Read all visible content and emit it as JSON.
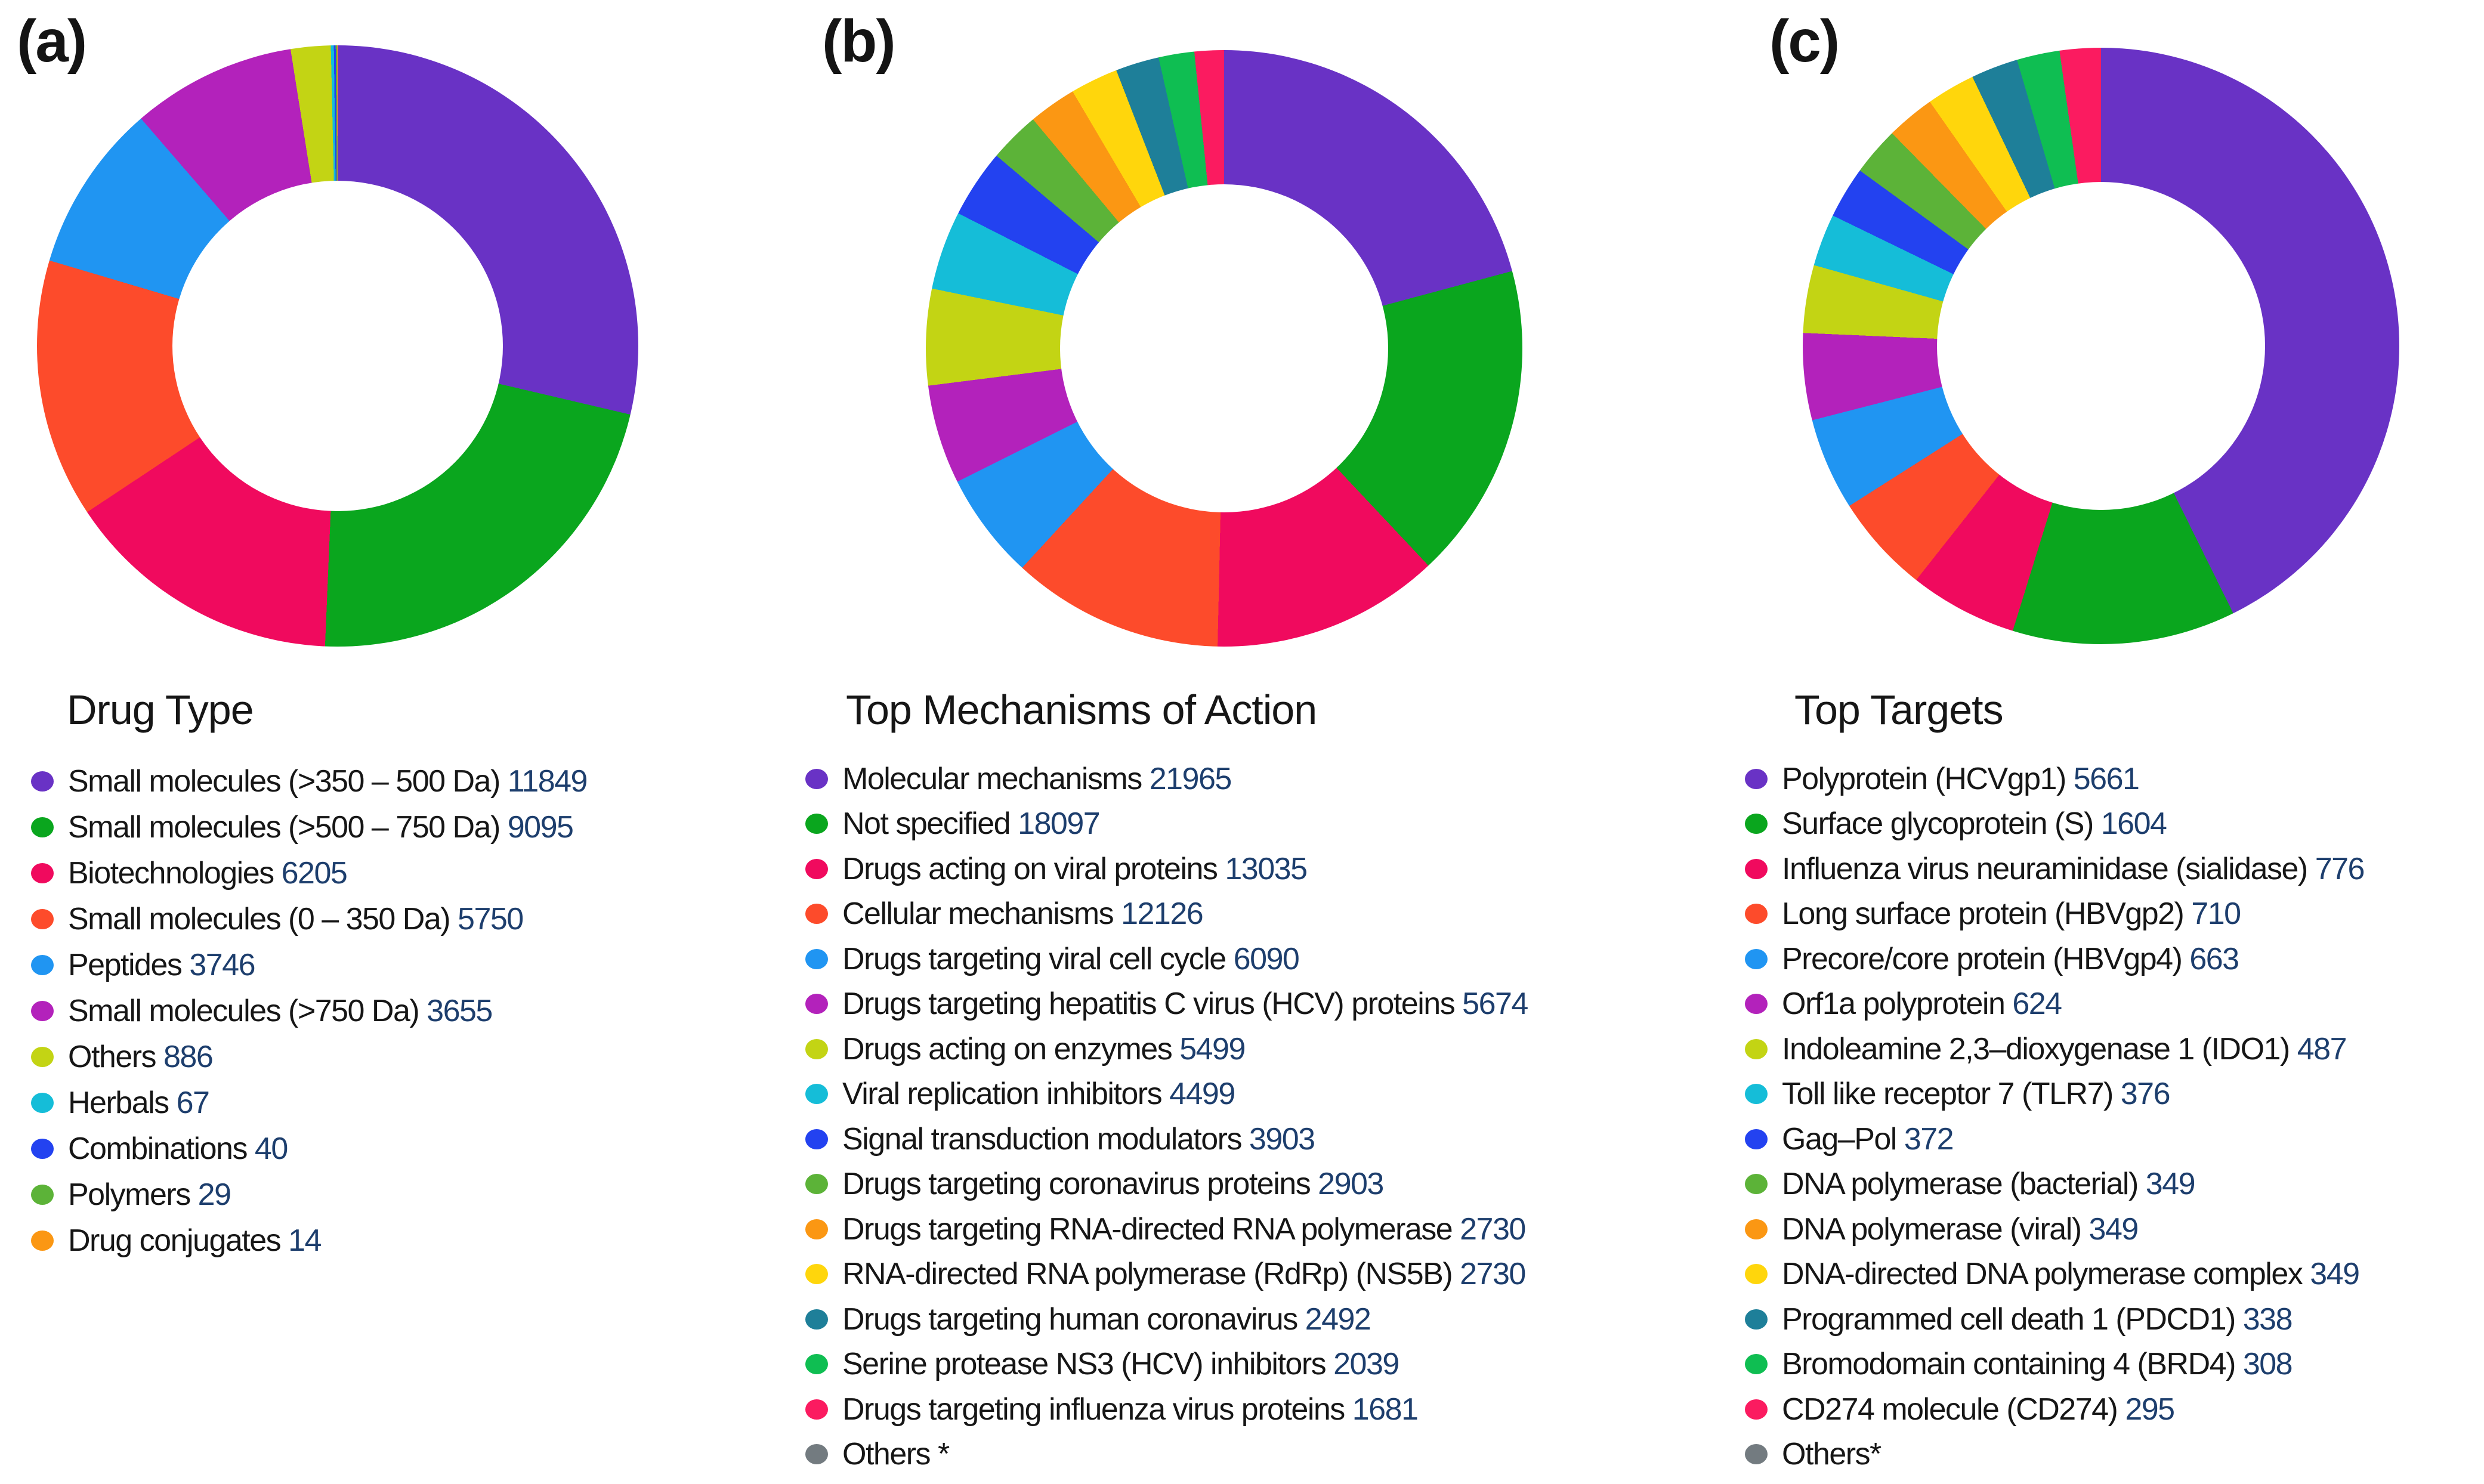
{
  "figure": {
    "background_color": "#ffffff",
    "label_text_color": "#161616",
    "value_text_color": "#1d3e6d"
  },
  "chart_data": [
    {
      "type": "pie",
      "subtype": "donut",
      "panel_label": "(a)",
      "title": "Drug Type",
      "start_angle_deg": 0,
      "direction": "clockwise",
      "inner_radius_ratio": 0.55,
      "legend_position": "below",
      "categories": [
        "Small molecules (>350 – 500 Da)",
        "Small molecules (>500 – 750 Da)",
        "Biotechnologies",
        "Small molecules (0 – 350 Da)",
        "Peptides",
        "Small molecules (>750 Da)",
        "Others",
        "Herbals",
        "Combinations",
        "Polymers",
        "Drug conjugates"
      ],
      "values": [
        11849,
        9095,
        6205,
        5750,
        3746,
        3655,
        886,
        67,
        40,
        29,
        14
      ],
      "colors": [
        "#6932C5",
        "#0AA61E",
        "#F00A5E",
        "#FD4B2B",
        "#2095F2",
        "#B322BB",
        "#C3D414",
        "#15BDD8",
        "#2342F0",
        "#5CB338",
        "#FB9713"
      ]
    },
    {
      "type": "pie",
      "subtype": "donut",
      "panel_label": "(b)",
      "title": "Top Mechanisms of Action",
      "start_angle_deg": 0,
      "direction": "clockwise",
      "inner_radius_ratio": 0.55,
      "legend_position": "below",
      "categories": [
        "Molecular mechanisms",
        "Not specified",
        "Drugs acting on viral proteins",
        "Cellular mechanisms",
        "Drugs targeting viral cell cycle",
        "Drugs targeting hepatitis C virus (HCV) proteins",
        "Drugs acting on enzymes",
        "Viral replication inhibitors",
        "Signal transduction modulators",
        "Drugs targeting coronavirus proteins",
        "Drugs targeting RNA-directed RNA polymerase",
        "RNA-directed RNA polymerase (RdRp) (NS5B)",
        "Drugs targeting human coronavirus",
        "Serine protease NS3 (HCV) inhibitors",
        "Drugs targeting influenza virus proteins",
        "Others *"
      ],
      "values": [
        21965,
        18097,
        13035,
        12126,
        6090,
        5674,
        5499,
        4499,
        3903,
        2903,
        2730,
        2730,
        2492,
        2039,
        1681,
        null
      ],
      "colors": [
        "#6932C5",
        "#0AA61E",
        "#F00A5E",
        "#FD4B2B",
        "#2095F2",
        "#B322BB",
        "#C3D414",
        "#15BDD8",
        "#2342F0",
        "#5CB338",
        "#FB9713",
        "#FFD60C",
        "#1E7F99",
        "#0FBE52",
        "#FB1B60",
        "#737B80"
      ]
    },
    {
      "type": "pie",
      "subtype": "donut",
      "panel_label": "(c)",
      "title": "Top Targets",
      "start_angle_deg": 0,
      "direction": "clockwise",
      "inner_radius_ratio": 0.55,
      "legend_position": "below",
      "categories": [
        "Polyprotein (HCVgp1)",
        "Surface glycoprotein (S)",
        "Influenza virus neuraminidase (sialidase)",
        "Long surface protein (HBVgp2)",
        "Precore/core protein (HBVgp4)",
        "Orf1a polyprotein",
        "Indoleamine 2,3–dioxygenase 1 (IDO1)",
        "Toll like receptor 7 (TLR7)",
        "Gag–Pol",
        "DNA polymerase (bacterial)",
        "DNA polymerase (viral)",
        "DNA-directed DNA polymerase complex",
        "Programmed cell death 1 (PDCD1)",
        "Bromodomain containing 4 (BRD4)",
        "CD274 molecule (CD274)",
        "Others*"
      ],
      "values": [
        5661,
        1604,
        776,
        710,
        663,
        624,
        487,
        376,
        372,
        349,
        349,
        349,
        338,
        308,
        295,
        null
      ],
      "colors": [
        "#6932C5",
        "#0AA61E",
        "#F00A5E",
        "#FD4B2B",
        "#2095F2",
        "#B322BB",
        "#C3D414",
        "#15BDD8",
        "#2342F0",
        "#5CB338",
        "#FB9713",
        "#FFD60C",
        "#1E7F99",
        "#0FBE52",
        "#FB1B60",
        "#737B80"
      ]
    }
  ]
}
